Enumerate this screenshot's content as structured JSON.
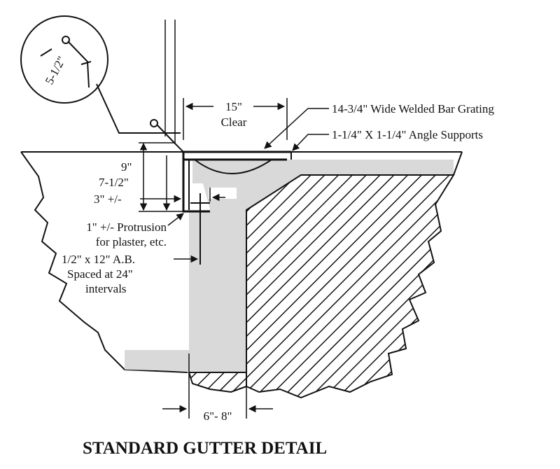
{
  "title": "STANDARD GUTTER DETAIL",
  "callouts": {
    "bracket_offset": "5-1/2\"",
    "clear_dim": "15\"",
    "clear_word": "Clear",
    "grating": "14-3/4\" Wide Welded Bar Grating",
    "angle": "1-1/4\" X 1-1/4\" Angle Supports",
    "dim_9": "9\"",
    "dim_7_half": "7-1/2\"",
    "dim_3": "3\" +/-",
    "protrusion_1": "1\" +/- Protrusion",
    "protrusion_2": "for plaster, etc.",
    "bolt_1": "1/2\" x 12\" A.B.",
    "bolt_2": "Spaced at 24\"",
    "bolt_3": "intervals",
    "wall_dim": "6\"- 8\""
  }
}
